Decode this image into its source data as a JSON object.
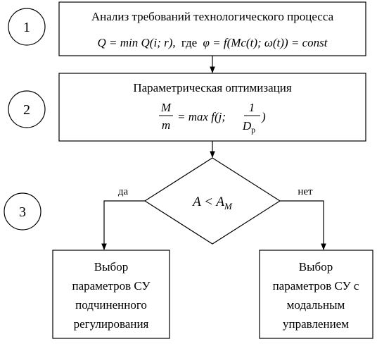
{
  "step_numbers": [
    "1",
    "2",
    "3"
  ],
  "box1": {
    "title": "Анализ требований технологического процесса",
    "formula_lhs": "Q = min Q(i; r),",
    "formula_mid": "где",
    "formula_rhs": "φ = f(Mc(t); ω(t)) = const"
  },
  "box2": {
    "title": "Параметрическая оптимизация",
    "frac_num": "M",
    "frac_den": "m",
    "formula_eq": "= max f(j;",
    "inner_num": "1",
    "inner_den_main": "D",
    "inner_den_sub": "р",
    "formula_close": ")"
  },
  "decision": {
    "condition_main": "A < A",
    "condition_sub": "M",
    "yes_label": "да",
    "no_label": "нет"
  },
  "box_left": {
    "lines": [
      "Выбор",
      "параметров СУ",
      "подчиненного",
      "регулирования"
    ]
  },
  "box_right": {
    "lines": [
      "Выбор",
      "параметров СУ с",
      "модальным",
      "управлением"
    ]
  }
}
